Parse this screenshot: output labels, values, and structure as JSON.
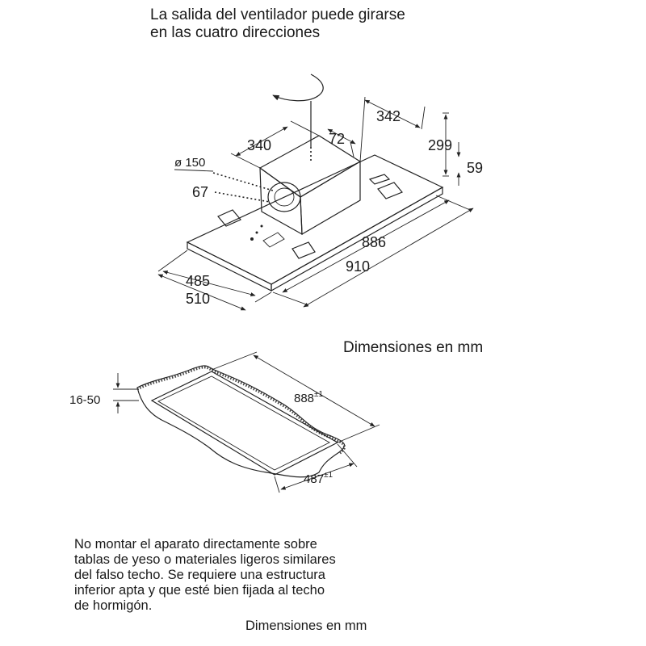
{
  "captions": {
    "top_line1": "La salida del ventilador puede girarse",
    "top_line2": "en las cuatro direcciones",
    "mid": "Dimensiones en mm",
    "bottom": "Dimensiones en mm"
  },
  "warning_lines": [
    "No montar el aparato directamente sobre",
    "tablas de yeso o materiales ligeros similares",
    "del falso techo. Se requiere una estructura",
    "inferior apta y que esté bien fijada al techo",
    "de hormigón."
  ],
  "dimensions": {
    "d342": "342",
    "d340": "340",
    "d72": "72",
    "d299": "299",
    "d59": "59",
    "d150": "ø 150",
    "d67": "67",
    "d886": "886",
    "d910": "910",
    "d485": "485",
    "d510": "510",
    "d16_50": "16-50",
    "d888": "888",
    "d888_tol": "±1",
    "d487": "487",
    "d487_tol": "±1"
  }
}
